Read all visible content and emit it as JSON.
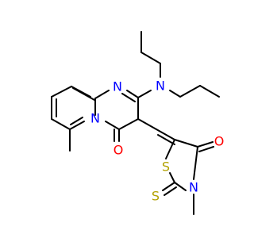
{
  "atoms": {
    "N1": {
      "label": "N",
      "color": "#0000ff"
    },
    "N2": {
      "label": "N",
      "color": "#0000ff"
    },
    "N3": {
      "label": "N",
      "color": "#0000ff"
    },
    "N4": {
      "label": "N",
      "color": "#0000ff"
    },
    "O1": {
      "label": "O",
      "color": "#ff0000"
    },
    "O2": {
      "label": "O",
      "color": "#ff0000"
    },
    "S1": {
      "label": "S",
      "color": "#b2a100"
    },
    "S2": {
      "label": "S",
      "color": "#b2a100"
    }
  },
  "colors": {
    "bond": "#000000",
    "background": "#ffffff"
  }
}
